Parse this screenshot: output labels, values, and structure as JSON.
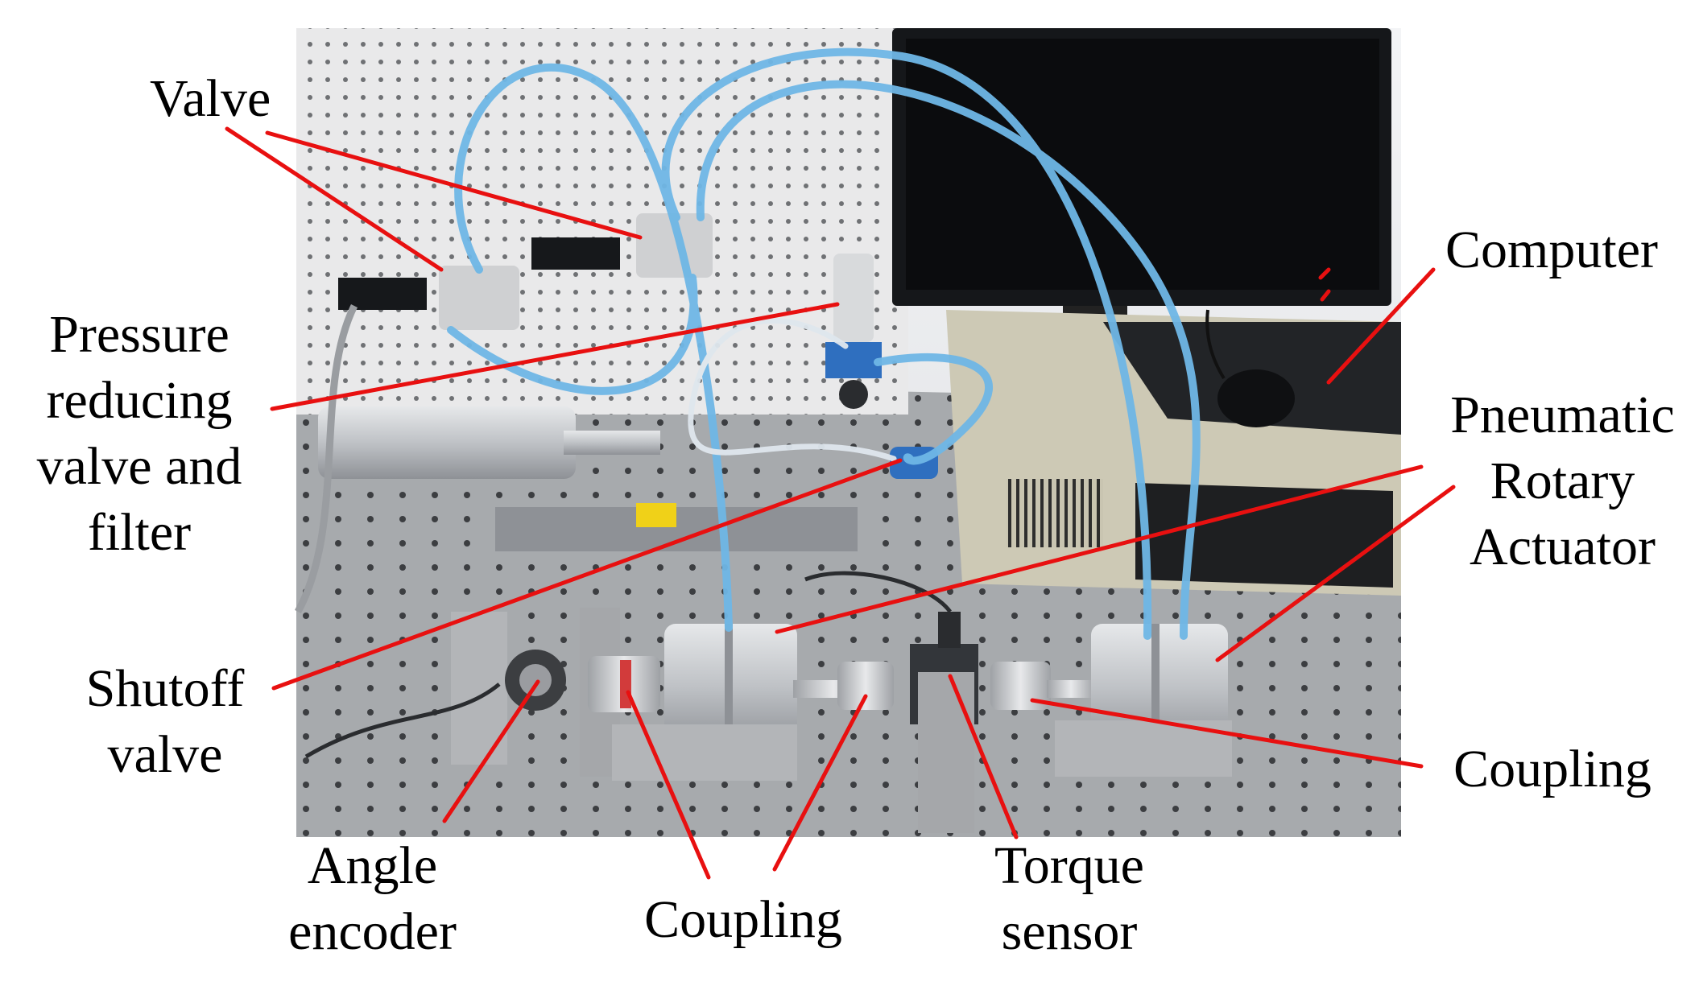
{
  "labels": {
    "valve": [
      "Valve"
    ],
    "pressure_reducing": [
      "Pressure",
      "reducing",
      "valve and",
      "filter"
    ],
    "shutoff": [
      "Shutoff",
      "valve"
    ],
    "angle_encoder": [
      "Angle",
      "encoder"
    ],
    "coupling_bottom": [
      "Coupling"
    ],
    "torque_sensor": [
      "Torque",
      "sensor"
    ],
    "computer": [
      "Computer"
    ],
    "pneumatic_rotary": [
      "Pneumatic",
      "Rotary",
      "Actuator"
    ],
    "coupling_right": [
      "Coupling"
    ]
  },
  "colors": {
    "leader_line": "#e81010",
    "tube": "#6fb7e6",
    "table": "#a9acaf",
    "pegboard": "#e9e9ea",
    "monitor": "#15171a",
    "pc_case": "#ccc8b4",
    "aluminum": "#cfd1d4"
  }
}
